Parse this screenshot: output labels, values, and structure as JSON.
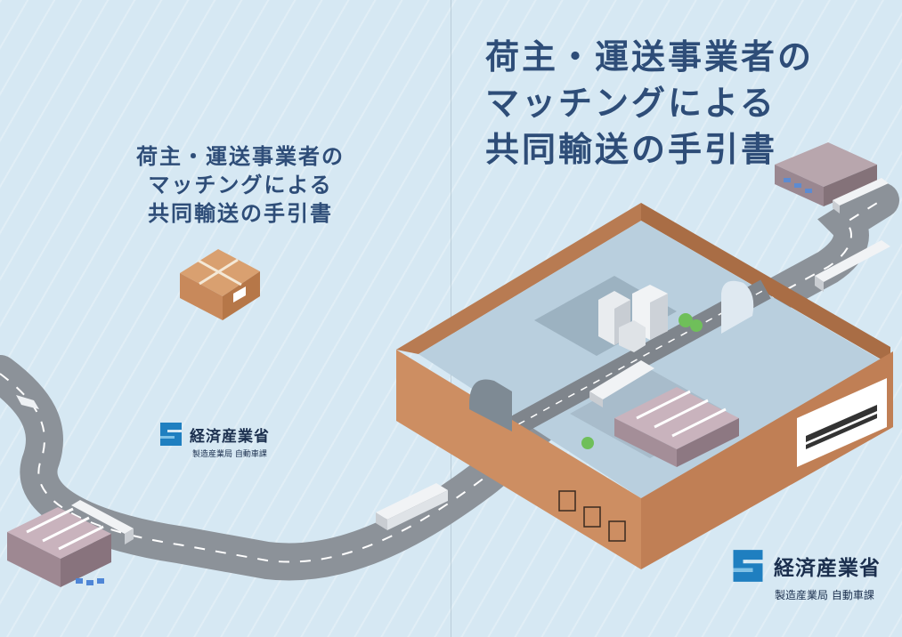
{
  "cover": {
    "title_lines": [
      "荷主・運送事業者の",
      "マッチングによる",
      "共同輸送の手引書"
    ]
  },
  "back": {
    "title_lines": [
      "荷主・運送事業者の",
      "マッチングによる",
      "共同輸送の手引書"
    ]
  },
  "publisher": {
    "ministry": "経済産業省",
    "bureau": "製造産業局 自動車課"
  },
  "colors": {
    "background": "#d6e8f3",
    "title": "#2e4d78",
    "box": "#c98a5e",
    "road": "#8c9299",
    "logo": "#1f7fc0"
  },
  "icons": [
    "package-icon",
    "truck-icon",
    "warehouse-icon",
    "office-building-icon",
    "ministry-logo-icon",
    "barcode-icon",
    "umbrella-icon",
    "this-side-up-icon",
    "fragile-icon"
  ]
}
